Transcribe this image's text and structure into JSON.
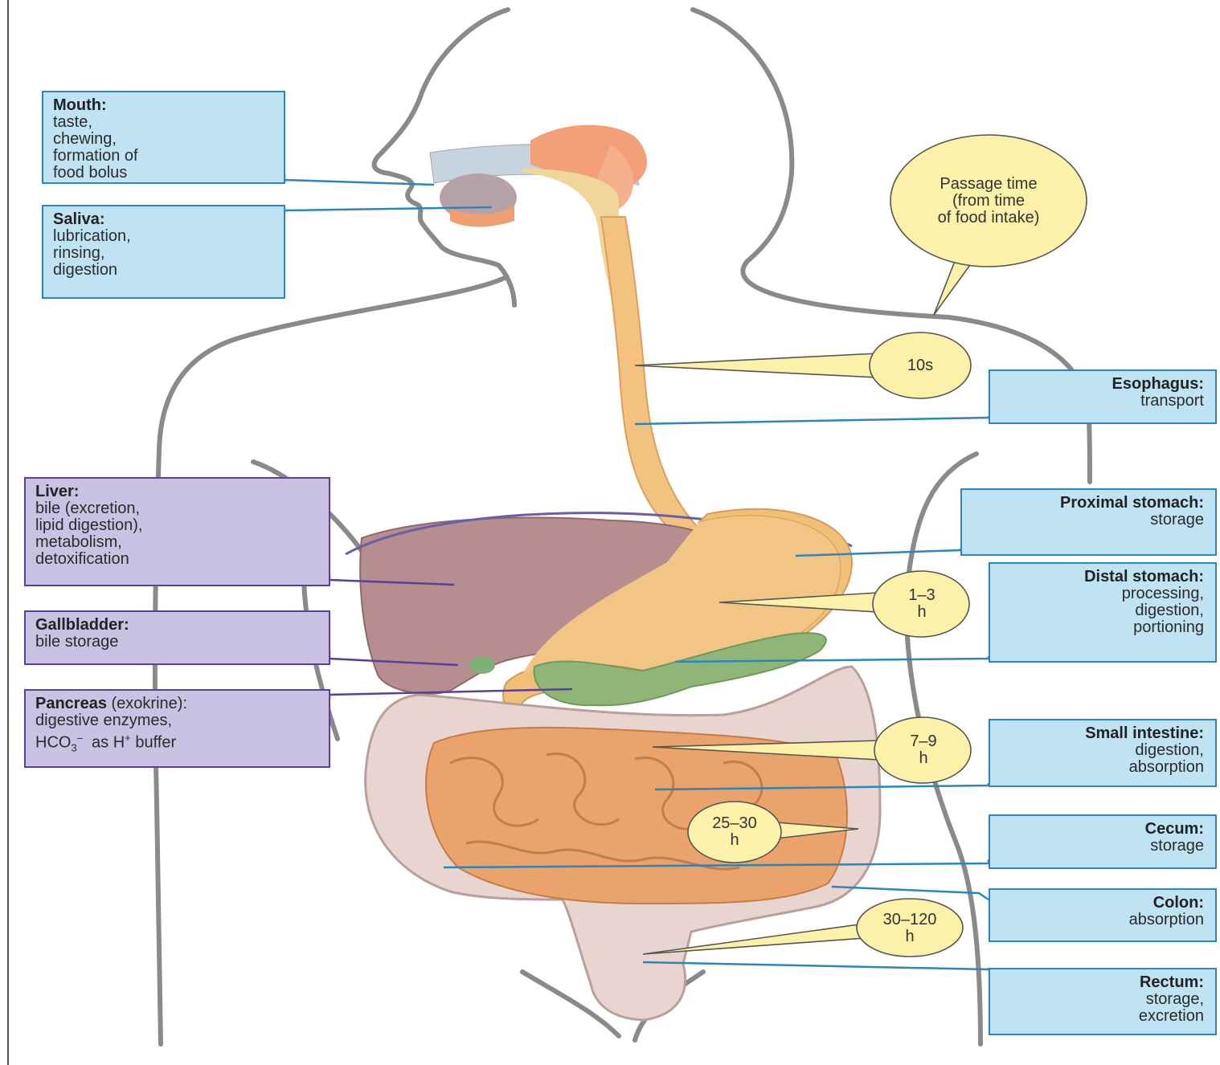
{
  "labels": {
    "mouth": {
      "title": "Mouth:",
      "lines": [
        "taste,",
        "chewing,",
        "formation of",
        "food bolus"
      ]
    },
    "saliva": {
      "title": "Saliva:",
      "lines": [
        "lubrication,",
        "rinsing,",
        "digestion"
      ]
    },
    "liver": {
      "title": "Liver:",
      "lines": [
        "bile (excretion,",
        "lipid digestion),",
        "metabolism,",
        "detoxification"
      ]
    },
    "gallbladder": {
      "title": "Gallbladder:",
      "lines": [
        "bile storage"
      ]
    },
    "pancreas": {
      "title": "Pancreas",
      "title_suffix": " (exokrine):",
      "lines": [
        "digestive enzymes,"
      ],
      "buffer_line": {
        "a": "HCO",
        "sub": "3",
        "sup": "–",
        "b": "  as H",
        "sup2": "+",
        "c": " buffer"
      }
    },
    "esophagus": {
      "title": "Esophagus:",
      "lines": [
        "transport"
      ]
    },
    "proximal_stomach": {
      "title": "Proximal stomach:",
      "lines": [
        "storage"
      ]
    },
    "distal_stomach": {
      "title": "Distal stomach:",
      "lines": [
        "processing,",
        "digestion,",
        "portioning"
      ]
    },
    "small_intestine": {
      "title": "Small intestine:",
      "lines": [
        "digestion,",
        "absorption"
      ]
    },
    "cecum": {
      "title": "Cecum:",
      "lines": [
        "storage"
      ]
    },
    "colon": {
      "title": "Colon:",
      "lines": [
        "absorption"
      ]
    },
    "rectum": {
      "title": "Rectum:",
      "lines": [
        "storage,",
        "excretion"
      ]
    }
  },
  "bubbles": {
    "passage": {
      "lines": [
        "Passage time",
        "(from time",
        "of food intake)"
      ]
    },
    "esophagus": {
      "lines": [
        "10s"
      ]
    },
    "stomach": {
      "lines": [
        "1–3",
        "h"
      ]
    },
    "small_intestine": {
      "lines": [
        "7–9",
        "h"
      ]
    },
    "cecum": {
      "lines": [
        "25–30",
        "h"
      ]
    },
    "colon": {
      "lines": [
        "30–120",
        "h"
      ]
    }
  },
  "colors": {
    "blue_box": "#bfe3f3",
    "blue_border": "#2a86bd",
    "purple_box": "#c9c2e2",
    "purple_border": "#5a3f9c",
    "bubble_fill": "#fbf1a8",
    "outline": "#8a8a8a"
  }
}
